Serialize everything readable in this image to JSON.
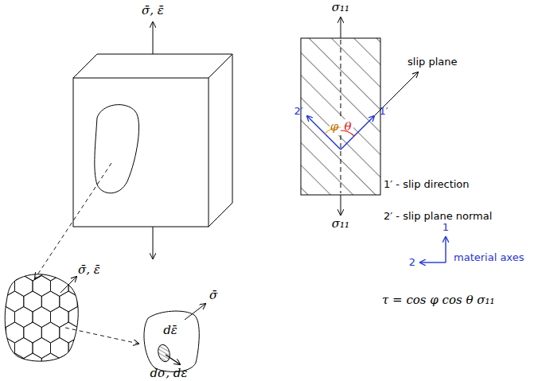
{
  "diagram": {
    "labels": [
      "σ̄, ε̄",
      "σ̄, ε̄",
      "σ̄",
      "dε̄",
      "dσ, dε",
      "σ₁₁",
      "σ₁₁",
      "slip plane",
      "2′",
      "1′",
      "φ",
      "θ",
      "1′ - slip direction",
      "2′ - slip plane normal",
      "1",
      "2",
      "material axes",
      "τ = cos φ cos θ σ₁₁"
    ]
  }
}
